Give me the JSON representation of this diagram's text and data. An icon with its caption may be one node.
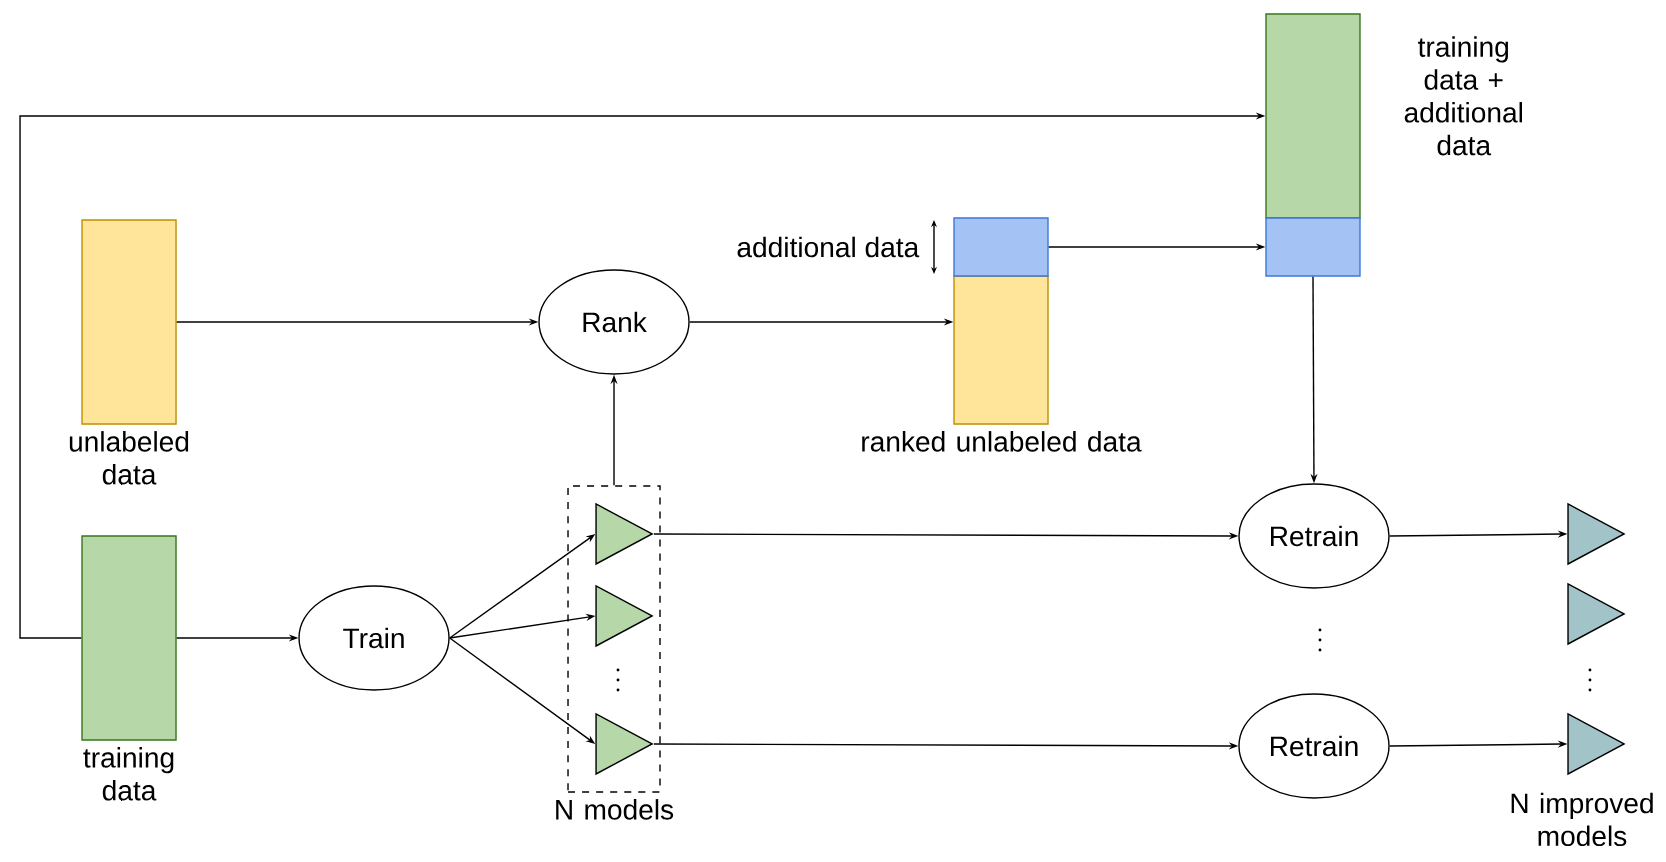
{
  "diagram": {
    "nodes": [
      {
        "text": [
          "unlabeled data"
        ]
      },
      {
        "text": [
          "training data"
        ]
      },
      {
        "text": [
          "Rank"
        ]
      },
      {
        "text": [
          "Train"
        ]
      },
      {
        "text": [
          "ranked unlabeled data"
        ]
      },
      {
        "text": [],
        "shape": "box"
      },
      {
        "text": [
          "N models"
        ]
      },
      {
        "text": [],
        "shape": "triangle",
        "in": 6
      },
      {
        "text": [],
        "shape": "triangle",
        "in": 6
      },
      {
        "text": [],
        "shape": "triangle",
        "in": 6
      },
      {
        "text": [
          "training data + additional data"
        ]
      },
      {
        "text": [],
        "shape": "box"
      },
      {
        "text": [
          "Retrain"
        ]
      },
      {
        "text": [
          "Retrain"
        ]
      },
      {
        "text": [],
        "shape": "triangle"
      },
      {
        "text": [],
        "shape": "triangle"
      },
      {
        "text": [],
        "shape": "triangle"
      }
    ],
    "edges": [
      {
        "from": 1,
        "to": 10,
        "arrow": "to"
      },
      {
        "from": 0,
        "to": 2,
        "arrow": "to"
      },
      {
        "from": 2,
        "to": 4,
        "arrow": "to"
      },
      {
        "from": 5,
        "to": 11,
        "arrow": "to"
      },
      {
        "from": 1,
        "to": 3,
        "arrow": "to"
      },
      {
        "from": 6,
        "to": 2,
        "arrow": "to"
      },
      {
        "from": 3,
        "to": 7,
        "arrow": "to"
      },
      {
        "from": 3,
        "to": 8,
        "arrow": "to"
      },
      {
        "from": 3,
        "to": 9,
        "arrow": "to"
      },
      {
        "from": 11,
        "to": 12,
        "arrow": "to"
      },
      {
        "from": 7,
        "to": 12,
        "arrow": "to"
      },
      {
        "from": 9,
        "to": 13,
        "arrow": "to"
      },
      {
        "from": 12,
        "to": 14,
        "arrow": "to"
      },
      {
        "from": 13,
        "to": 16,
        "arrow": "to"
      }
    ],
    "labels": [
      "additional data",
      "N improved models"
    ]
  }
}
